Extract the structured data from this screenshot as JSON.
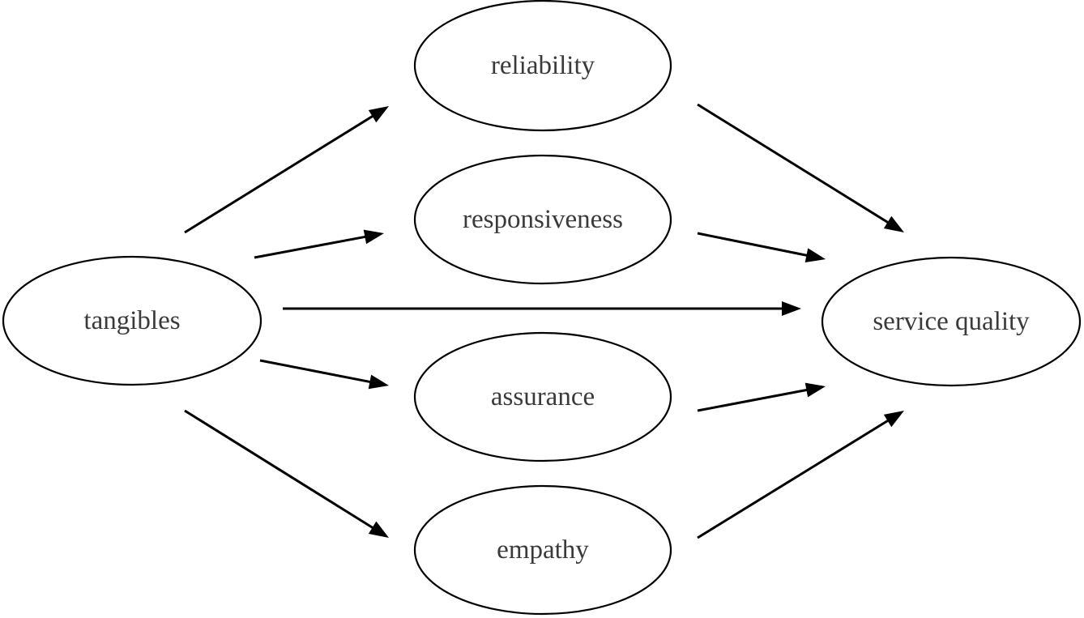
{
  "nodes": {
    "tangibles": {
      "label": "tangibles"
    },
    "reliability": {
      "label": "reliability"
    },
    "responsiveness": {
      "label": "responsiveness"
    },
    "assurance": {
      "label": "assurance"
    },
    "empathy": {
      "label": "empathy"
    },
    "service_quality": {
      "label": "service quality"
    }
  },
  "edges": [
    {
      "from": "tangibles",
      "to": "reliability"
    },
    {
      "from": "tangibles",
      "to": "responsiveness"
    },
    {
      "from": "tangibles",
      "to": "service_quality"
    },
    {
      "from": "tangibles",
      "to": "assurance"
    },
    {
      "from": "tangibles",
      "to": "empathy"
    },
    {
      "from": "reliability",
      "to": "service_quality"
    },
    {
      "from": "responsiveness",
      "to": "service_quality"
    },
    {
      "from": "assurance",
      "to": "service_quality"
    },
    {
      "from": "empathy",
      "to": "service_quality"
    }
  ]
}
